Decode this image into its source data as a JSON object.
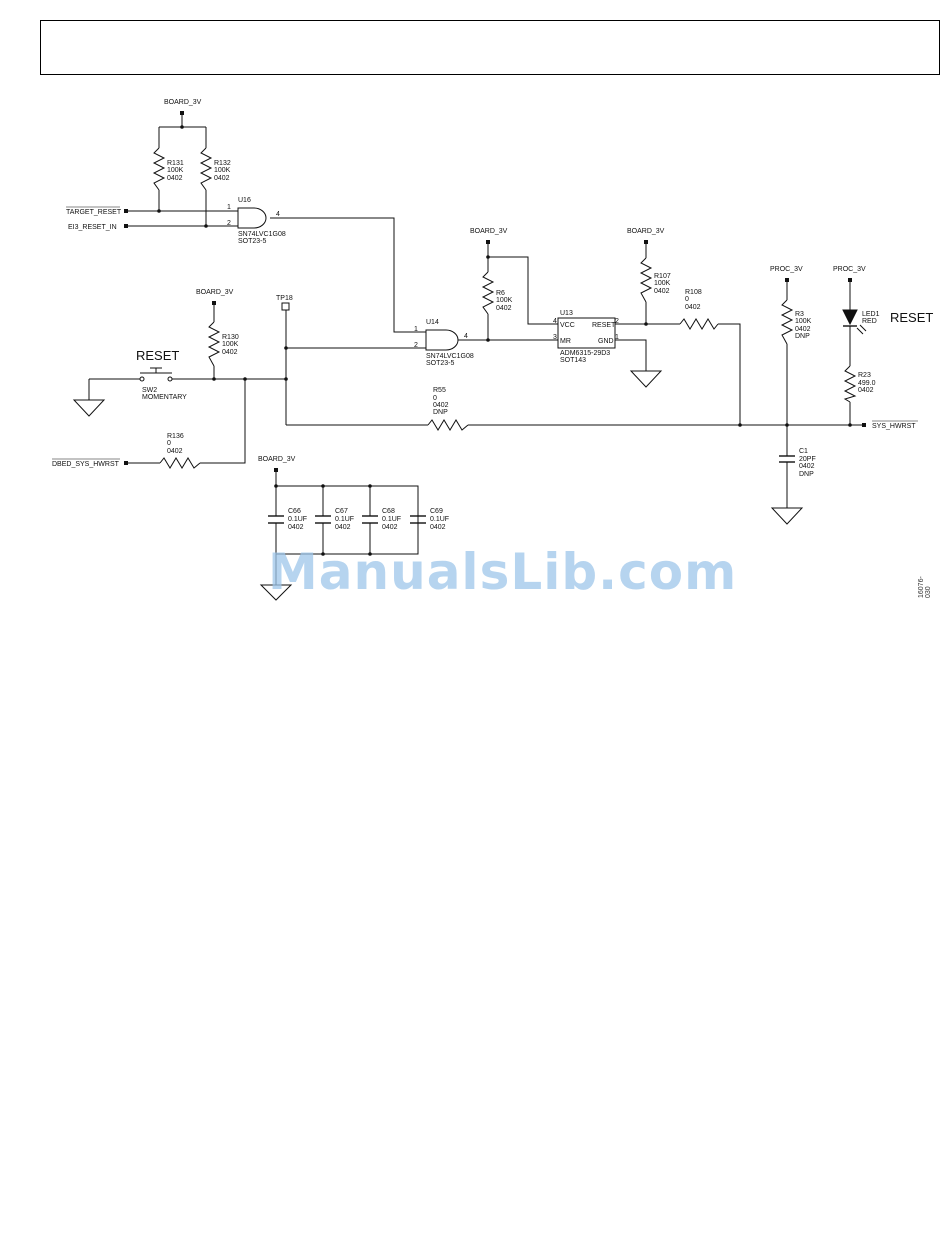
{
  "header": {
    "title": ""
  },
  "watermark": "ManualsLib.com",
  "figure_id": "16076-030",
  "power": {
    "board_3v": "BOARD_3V",
    "proc_3v": "PROC_3V"
  },
  "nets": {
    "target_reset": "TARGET_RESET",
    "eis_reset_in": "EI3_RESET_IN",
    "dbed_sys_hwrst": "DBED_SYS_HWRST",
    "sys_hwrst": "SYS_HWRST"
  },
  "testpoint": "TP18",
  "switch": {
    "title": "RESET",
    "ref": "SW2",
    "type": "MOMENTARY"
  },
  "led_label": "RESET",
  "gates": {
    "u16": {
      "ref": "U16",
      "part": "SN74LVC1G08",
      "pkg": "SOT23-5",
      "pin1": "1",
      "pin2": "2",
      "pin4": "4"
    },
    "u14": {
      "ref": "U14",
      "part": "SN74LVC1G08",
      "pkg": "SOT23-5",
      "pin1": "1",
      "pin2": "2",
      "pin4": "4"
    }
  },
  "supervisor": {
    "ref": "U13",
    "part": "ADM6315-29D3",
    "pkg": "SOT143",
    "vcc": "VCC",
    "mr": "MR",
    "reset": "RESET",
    "gnd": "GND",
    "pin4": "4",
    "pin3": "3",
    "pin2": "2",
    "pin1": "1"
  },
  "resistors": {
    "r131": {
      "ref": "R131",
      "value": "100K",
      "pkg": "0402"
    },
    "r132": {
      "ref": "R132",
      "value": "100K",
      "pkg": "0402"
    },
    "r130": {
      "ref": "R130",
      "value": "100K",
      "pkg": "0402"
    },
    "r136": {
      "ref": "R136",
      "value": "0",
      "pkg": "0402"
    },
    "r6": {
      "ref": "R6",
      "value": "100K",
      "pkg": "0402"
    },
    "r107": {
      "ref": "R107",
      "value": "100K",
      "pkg": "0402"
    },
    "r108": {
      "ref": "R108",
      "value": "0",
      "pkg": "0402"
    },
    "r55": {
      "ref": "R55",
      "value": "0",
      "pkg": "0402",
      "note": "DNP"
    },
    "r3": {
      "ref": "R3",
      "value": "100K",
      "pkg": "0402",
      "note": "DNP"
    },
    "r23": {
      "ref": "R23",
      "value": "499.0",
      "pkg": "0402"
    }
  },
  "led": {
    "ref": "LED1",
    "color": "RED"
  },
  "capacitors": {
    "c1": {
      "ref": "C1",
      "value": "20PF",
      "pkg": "0402",
      "note": "DNP"
    },
    "c66": {
      "ref": "C66",
      "value": "0.1UF",
      "pkg": "0402"
    },
    "c67": {
      "ref": "C67",
      "value": "0.1UF",
      "pkg": "0402"
    },
    "c68": {
      "ref": "C68",
      "value": "0.1UF",
      "pkg": "0402"
    },
    "c69": {
      "ref": "C69",
      "value": "0.1UF",
      "pkg": "0402"
    }
  }
}
